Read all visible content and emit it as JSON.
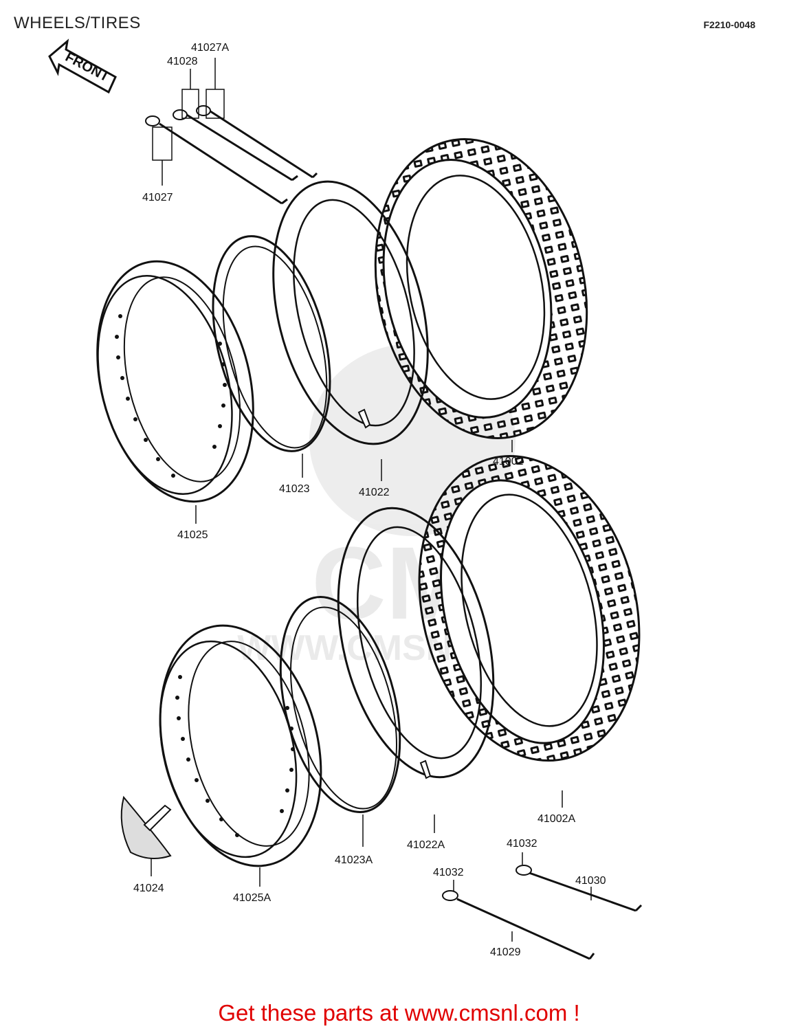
{
  "header": {
    "title": "WHEELS/TIRES",
    "figure_code": "F2210-0048"
  },
  "direction_arrow": {
    "text": "FRONT",
    "icon": "front-direction-arrow-icon"
  },
  "watermark": {
    "logo_text": "CMS",
    "url_text": "WWW.CMSNL.COM"
  },
  "part_labels": {
    "p41027A": "41027A",
    "p41028": "41028",
    "p41027": "41027",
    "p41002": "41002",
    "p41023": "41023",
    "p41022": "41022",
    "p41025": "41025",
    "p41002A": "41002A",
    "p41032_upper": "41032",
    "p41030": "41030",
    "p41032_lower": "41032",
    "p41022A": "41022A",
    "p41023A": "41023A",
    "p41024": "41024",
    "p41025A": "41025A",
    "p41029": "41029"
  },
  "footer": {
    "cta": "Get these parts at www.cmsnl.com !",
    "color": "#e00000"
  }
}
